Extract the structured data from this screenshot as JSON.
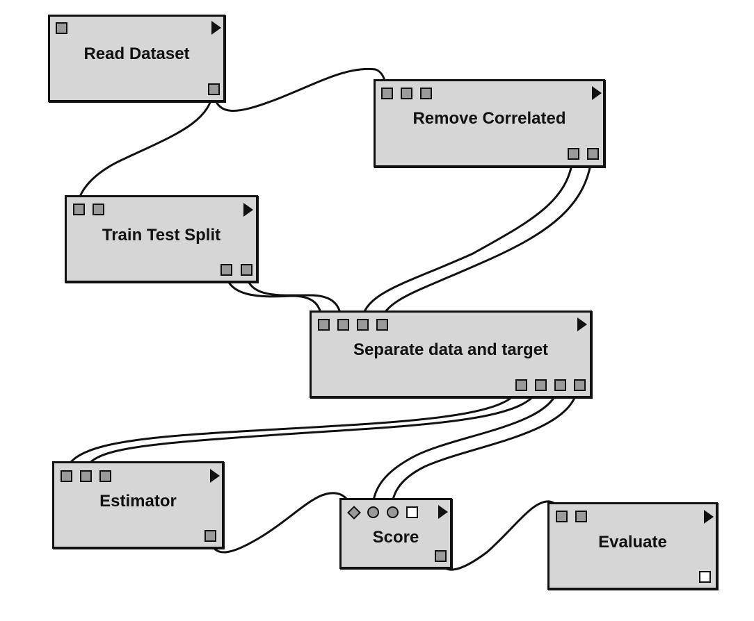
{
  "nodes": {
    "read_dataset": {
      "title": "Read Dataset"
    },
    "remove_correlated": {
      "title": "Remove Correlated"
    },
    "train_test_split": {
      "title": "Train Test Split"
    },
    "separate": {
      "title": "Separate data and target"
    },
    "estimator": {
      "title": "Estimator"
    },
    "score": {
      "title": "Score"
    },
    "evaluate": {
      "title": "Evaluate"
    }
  },
  "icons": {
    "run": "play-triangle-icon",
    "port": "square-port-icon",
    "circle_port": "circle-port-icon",
    "diamond_port": "diamond-port-icon"
  },
  "colors": {
    "node_fill": "#d6d6d6",
    "port_fill": "#9a9a9a",
    "stroke": "#111111"
  }
}
